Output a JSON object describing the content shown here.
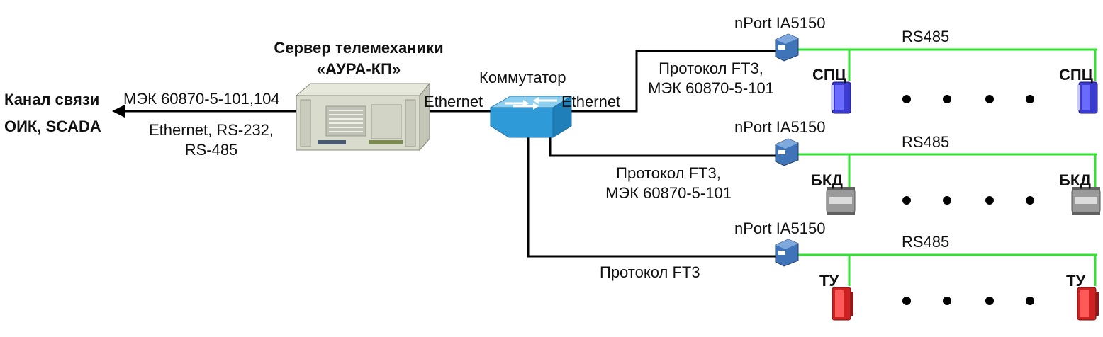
{
  "server": {
    "title_line1": "Сервер телемеханики",
    "title_line2": "«АУРА-КП»"
  },
  "channel": {
    "line1": "Канал связи",
    "line2": "ОИК, SCADA"
  },
  "uplink": {
    "protocol": "МЭК 60870-5-101,104",
    "interfaces_line1": "Ethernet, RS-232,",
    "interfaces_line2": "RS-485"
  },
  "switch": {
    "label": "Коммутатор",
    "port_left": "Ethernet",
    "port_right": "Ethernet"
  },
  "colors": {
    "rs485_bus": "#33e033",
    "ethernet_link": "#000000",
    "switch_body": "#3aa9e0"
  },
  "branches": [
    {
      "gateway": "nPort IA5150",
      "bus": "RS485",
      "protocol_line1": "Протокол FT3,",
      "protocol_line2": "МЭК 60870-5-101",
      "device_label": "СПЦ",
      "device_color": "#3b3bd0",
      "device_icon": "spc-module-icon"
    },
    {
      "gateway": "nPort IA5150",
      "bus": "RS485",
      "protocol_line1": "Протокол FT3,",
      "protocol_line2": "МЭК 60870-5-101",
      "device_label": "БКД",
      "device_color": "#9a9a9a",
      "device_icon": "bkd-module-icon"
    },
    {
      "gateway": "nPort IA5150",
      "bus": "RS485",
      "protocol_line1": "Протокол FT3",
      "protocol_line2": "",
      "device_label": "ТУ",
      "device_color": "#cc2222",
      "device_icon": "tu-module-icon"
    }
  ]
}
